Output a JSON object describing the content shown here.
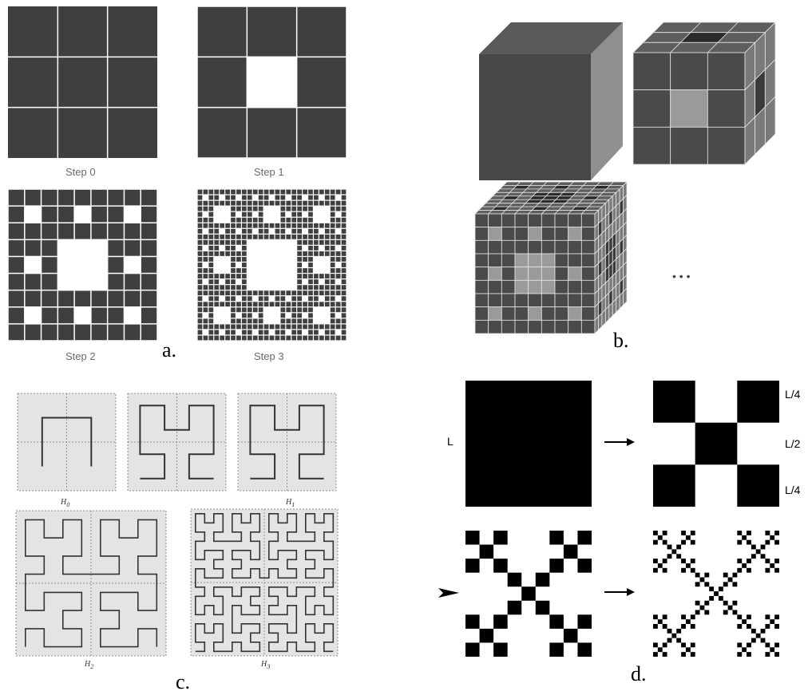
{
  "panel_a": {
    "letter": "a.",
    "steps": [
      "Step 0",
      "Step 1",
      "Step 2",
      "Step 3"
    ],
    "fill_color": "#3f3f3f"
  },
  "panel_b": {
    "letter": "b.",
    "ellipsis": "• • •"
  },
  "panel_c": {
    "letter": "c.",
    "curves": [
      "H0",
      "H1",
      "H2",
      "H3"
    ],
    "subscripts": [
      "0",
      "1",
      "2",
      "3"
    ]
  },
  "panel_d": {
    "letter": "d.",
    "side_label": "L",
    "right_labels": [
      "L/4",
      "L/2",
      "L/4"
    ]
  }
}
